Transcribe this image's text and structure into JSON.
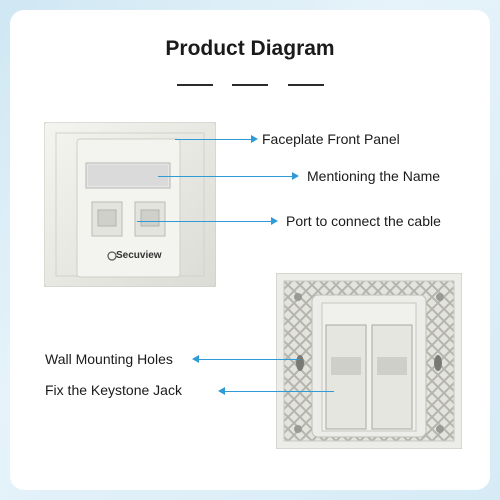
{
  "title": "Product Diagram",
  "labels": {
    "faceplate": "Faceplate Front Panel",
    "name": "Mentioning the Name",
    "port": "Port to connect the cable",
    "holes": "Wall Mounting Holes",
    "keystone": "Fix the Keystone Jack"
  },
  "brand": "Secuview",
  "colors": {
    "accent": "#2f9bd6",
    "plate": "#eeeeea"
  }
}
